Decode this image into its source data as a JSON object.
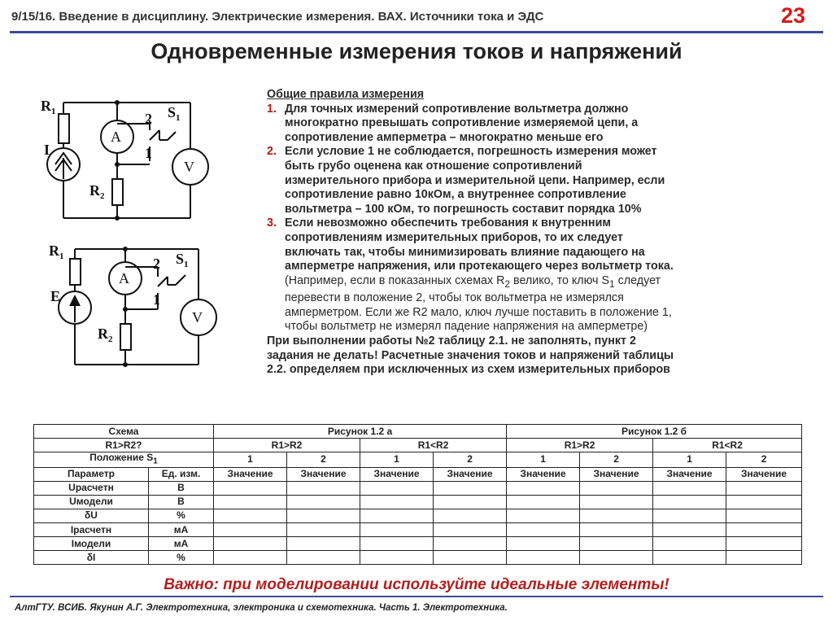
{
  "header": {
    "title": "9/15/16. Введение в дисциплину. Электрические измерения. ВАХ. Источники тока и ЭДС",
    "page_number": "23"
  },
  "main_title": "Одновременные измерения токов и напряжений",
  "circuit_1": {
    "labels": [
      "R",
      "1",
      "I",
      "A",
      "R",
      "2",
      "2",
      "S",
      "1",
      "1",
      "V"
    ]
  },
  "circuit_2": {
    "labels": [
      "R",
      "1",
      "E",
      "A",
      "R",
      "2",
      "2",
      "S",
      "1",
      "1",
      "V"
    ]
  },
  "rules": {
    "heading": "Общие правила измерения",
    "items": [
      {
        "num": "1.",
        "lines": [
          "Для точных измерений сопротивление вольтметра должно",
          "многократно превышать сопротивление измеряемой цепи, а",
          "сопротивление амперметра – многократно меньше его"
        ]
      },
      {
        "num": "2.",
        "lines": [
          "Если условие 1 не соблюдается, погрешность измерения может",
          "быть грубо оценена как отношение сопротивлений",
          "измерительного прибора и измерительной цепи. Например, если",
          "сопротивление равно 10кОм, а внутреннее сопротивление",
          "вольтметра – 100 кОм, то погрешность составит порядка 10%"
        ]
      },
      {
        "num": "3.",
        "lines": [
          "Если невозможно обеспечить требования к внутренним",
          "сопротивлениям измерительных приборов, то их следует",
          "включать так, чтобы минимизировать влияние падающего на",
          "амперметре напряжения, или протекающего через вольтметр тока."
        ],
        "note": {
          "l1a": "(Например, если в показанных схемах R",
          "l1sub": "2",
          "l1b": " велико, то ключ S",
          "l1sub2": "1",
          "l1c": "  следует",
          "l2": "перевести в положение 2, чтобы ток вольтметра не измерялся",
          "l3": "амперметром.  Если же R2 мало, ключ лучше поставить в положение 1,",
          "l4": "чтобы вольтметр не измерял падение напряжения на амперметре)"
        }
      }
    ],
    "footnote": [
      "При выполнении работы №2 таблицу 2.1. не заполнять, пункт 2",
      "задания не делать! Расчетные значения токов и напряжений таблицы",
      "2.2. определяем при исключенных из схем измерительных приборов"
    ]
  },
  "table": {
    "scheme_label": "Схема",
    "fig_a": "Рисунок 1.2 а",
    "fig_b": "Рисунок 1.2 б",
    "ratio_label": "R1>R2?",
    "r_gt": "R1>R2",
    "r_lt": "R1<R2",
    "position_label": "Положение S",
    "position_sub": "1",
    "positions": [
      "1",
      "2",
      "1",
      "2",
      "1",
      "2",
      "1",
      "2"
    ],
    "param_label": "Параметр",
    "unit_label": "Ед. изм.",
    "value_label": "Значение",
    "rows": [
      {
        "param": "Uрасчетн",
        "unit": "В"
      },
      {
        "param": "Uмодели",
        "unit": "В"
      },
      {
        "param": "δU",
        "unit": "%"
      },
      {
        "param": "Iрасчетн",
        "unit": "мА"
      },
      {
        "param": "Iмодели",
        "unit": "мА"
      },
      {
        "param": "δI",
        "unit": "%"
      }
    ]
  },
  "important": "Важно: при моделировании используйте идеальные элементы!",
  "footer": "АлтГТУ. ВСИБ. Якунин А.Г.  Электротехника, электроника и схемотехника. Часть 1. Электротехника."
}
